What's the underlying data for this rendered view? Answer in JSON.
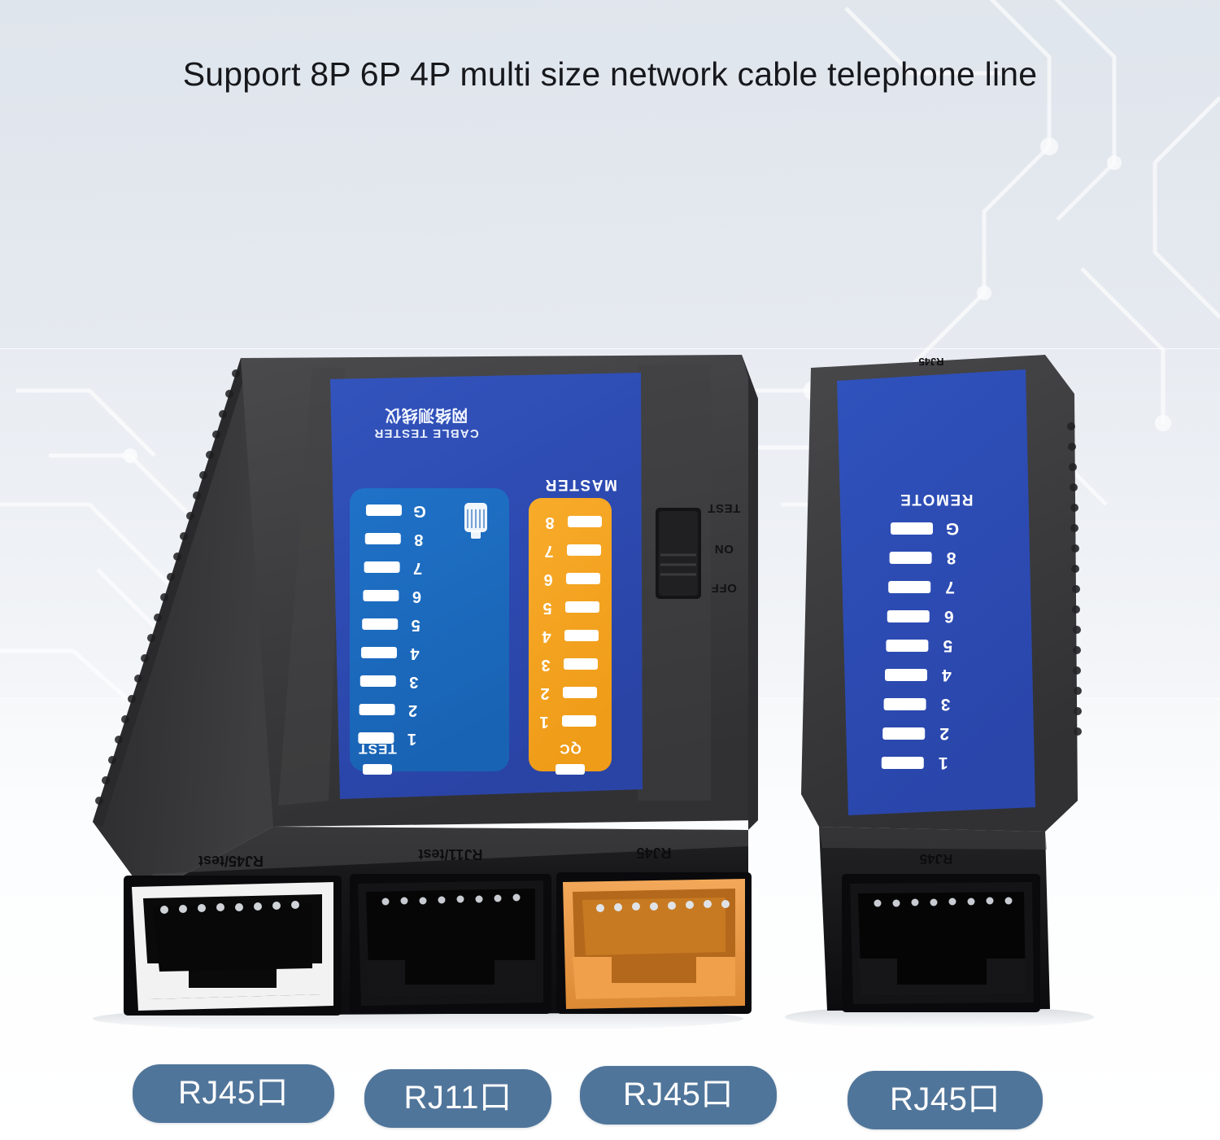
{
  "headline": "Support 8P 6P 4P multi size network cable telephone line",
  "colors": {
    "background_top": "#dfe5ec",
    "background_bottom": "#ffffff",
    "pill_fill": "#50759a",
    "pill_text": "#ffffff",
    "panel_blue_dark": "#2f4eb0",
    "panel_blue_light": "#1e6fc4",
    "panel_orange": "#f5a423",
    "housing_dark": "#3a3a3c",
    "housing_black": "#1c1c1e",
    "port_white_bezel": "#f2f2f2",
    "port_orange_bezel": "#f0a04b",
    "led_white": "#ffffff"
  },
  "master_unit": {
    "brand_cn": "网络测线仪",
    "brand_en": "CABLE TESTER",
    "master_label": "MASTER",
    "led_panel": {
      "test_label": "TEST",
      "items": [
        "G",
        "8",
        "7",
        "6",
        "5",
        "4",
        "3",
        "2",
        "1"
      ],
      "icon": "rj45-connector-icon"
    },
    "orange_panel": {
      "qc_label": "QC",
      "items": [
        "8",
        "7",
        "6",
        "5",
        "4",
        "3",
        "2",
        "1"
      ]
    },
    "switch": {
      "name": "mode-switch",
      "positions": [
        "TEST",
        "ON",
        "OFF"
      ],
      "selected": "ON"
    },
    "ports": [
      {
        "label": "RJ45/test",
        "type": "rj45",
        "bezel": "white",
        "pins": 8
      },
      {
        "label": "RJ11/test",
        "type": "rj11",
        "bezel": "black",
        "pins": 8
      },
      {
        "label": "RJ45",
        "type": "rj45",
        "bezel": "orange",
        "pins": 8
      }
    ]
  },
  "remote_unit": {
    "top_label": "RJ45",
    "remote_label": "REMOTE",
    "led_panel": {
      "items": [
        "G",
        "8",
        "7",
        "6",
        "5",
        "4",
        "3",
        "2",
        "1"
      ]
    },
    "ports": [
      {
        "label": "RJ45",
        "type": "rj45",
        "bezel": "black",
        "pins": 8
      }
    ]
  },
  "port_badges": [
    {
      "label": "RJ45口"
    },
    {
      "label": "RJ11口"
    },
    {
      "label": "RJ45口"
    },
    {
      "label": "RJ45口"
    }
  ]
}
